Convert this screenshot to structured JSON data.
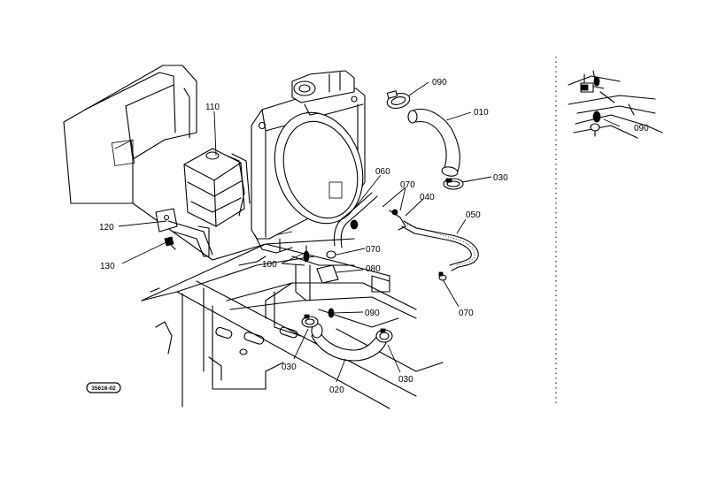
{
  "diagram": {
    "part_labels": {
      "p110": "110",
      "p120": "120",
      "p130": "130",
      "p090a": "090",
      "p010": "010",
      "p030a": "030",
      "p060": "060",
      "p070a": "070",
      "p040": "040",
      "p050": "050",
      "p070b": "070",
      "p100": "100",
      "p080": "080",
      "p070c": "070",
      "p090b": "090",
      "p030b": "030",
      "p030c": "030",
      "p020": "020",
      "p090c": "090"
    },
    "figure_tag": "35616-02"
  }
}
